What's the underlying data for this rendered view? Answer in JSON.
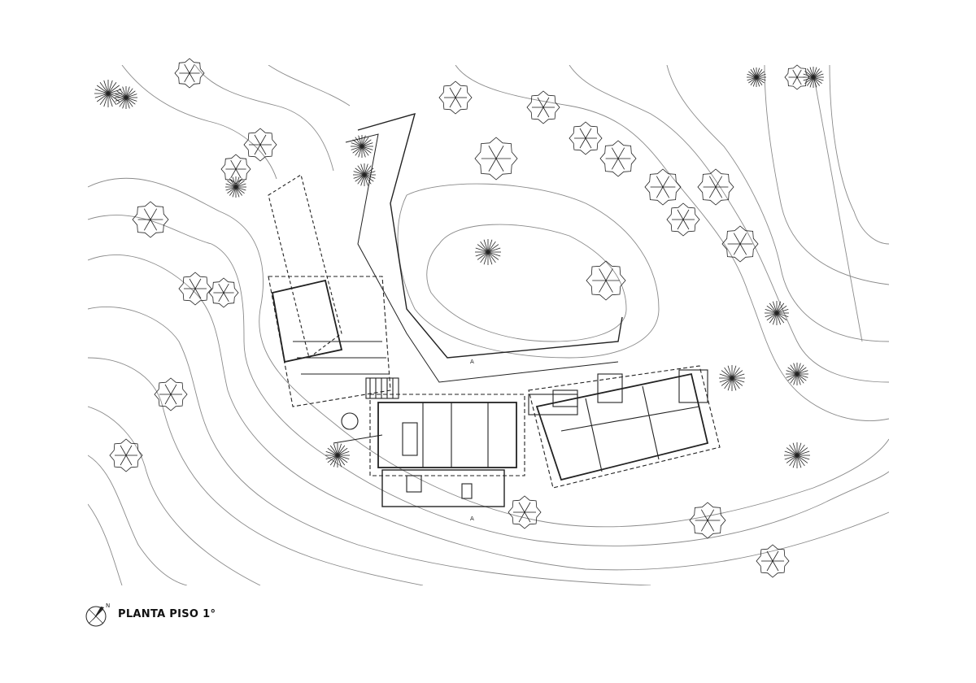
{
  "drawing": {
    "title": "PLANTA PISO 1°",
    "north_label": "N",
    "section_marker": "A",
    "line_color": "#222222",
    "contour_color": "#8a8a8a"
  }
}
